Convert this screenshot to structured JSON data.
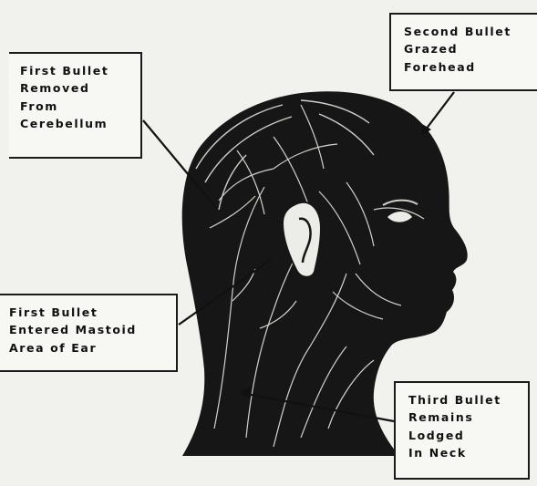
{
  "callouts": {
    "first_bullet_removed": [
      "First Bullet",
      "Removed",
      "From",
      "Cerebellum"
    ],
    "second_bullet": [
      "Second Bullet",
      "Grazed",
      "Forehead"
    ],
    "first_bullet_entered": [
      "First Bullet",
      "Entered Mastoid",
      "Area of Ear"
    ],
    "third_bullet": [
      "Third Bullet",
      "Remains",
      "Lodged",
      "In Neck"
    ]
  },
  "colors": {
    "paper": "#f1f1ee",
    "ink": "#151515",
    "nerve_line": "#e6e6e1"
  }
}
